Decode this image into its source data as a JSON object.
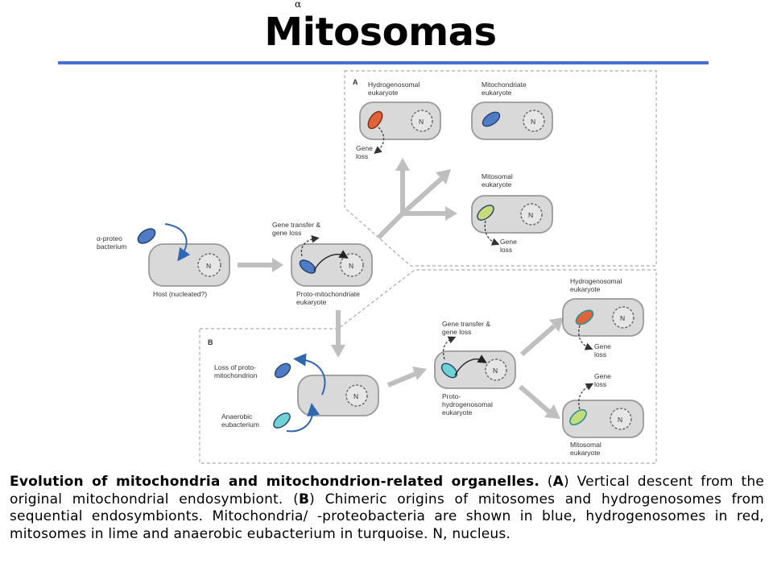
{
  "header": {
    "alpha_glyph": "α",
    "title": "Mitosomas"
  },
  "diagram": {
    "panel_a_label": "A",
    "panel_b_label": "B",
    "nucleus_label": "N",
    "alpha_proteo_line1": "α-proteo",
    "alpha_proteo_line2": "bacterium",
    "host_label": "Host (nucleated?)",
    "gene_transfer_1_line1": "Gene transfer &",
    "gene_transfer_1_line2": "gene loss",
    "proto_mito_line1": "Proto-mitochondriate",
    "proto_mito_line2": "eukaryote",
    "a_hydro_line1": "Hydrogenosomal",
    "a_hydro_line2": "eukaryote",
    "a_mito_line1": "Mitochondriate",
    "a_mito_line2": "eukaryote",
    "a_gene_loss_1_line1": "Gene",
    "a_gene_loss_1_line2": "loss",
    "a_mitosomal_line1": "Mitosomal",
    "a_mitosomal_line2": "eukaryote",
    "a_gene_loss_2_line1": "Gene",
    "a_gene_loss_2_line2": "loss",
    "b_loss_line1": "Loss of proto-",
    "b_loss_line2": "mitochondrion",
    "b_anaerobic_line1": "Anaerobic",
    "b_anaerobic_line2": "eubacterium",
    "b_gene_transfer_line1": "Gene transfer &",
    "b_gene_transfer_line2": "gene loss",
    "b_proto_hydro_line1": "Proto-",
    "b_proto_hydro_line2": "hydrogenosomal",
    "b_proto_hydro_line3": "eukaryote",
    "b_hydro_line1": "Hydrogenosomal",
    "b_hydro_line2": "eukaryote",
    "b_gene_loss_1_line1": "Gene",
    "b_gene_loss_1_line2": "loss",
    "b_gene_loss_2_line1": "Gene",
    "b_gene_loss_2_line2": "loss",
    "b_mitosomal_line1": "Mitosomal",
    "b_mitosomal_line2": "eukaryote",
    "colors": {
      "mitochondria_blue": "#4f7cc6",
      "hydrogenosome_red": "#e0643a",
      "mitosome_lime": "#c6dc7a",
      "anaerobic_turquoise": "#6fd3d6",
      "cell_fill": "#d9d9d9",
      "arrow_gray": "#bfbfbf",
      "curve_arrow_blue": "#2f67b0"
    }
  },
  "caption": {
    "bold_lead": "Evolution of mitochondria and mitochondrion-related organelles.",
    "seg1": " (",
    "a_bold": "A",
    "seg2": ") Vertical descent from the original mitochondrial endosymbiont. (",
    "b_bold": "B",
    "seg3": ") Chimeric origins of mitosomes and hydrogenosomes from sequential endosymbionts. Mitochondria/ -proteobacteria are shown in blue, hydrogenosomes in red, mitosomes in lime and anaerobic eubacterium in turquoise. N, nucleus."
  }
}
